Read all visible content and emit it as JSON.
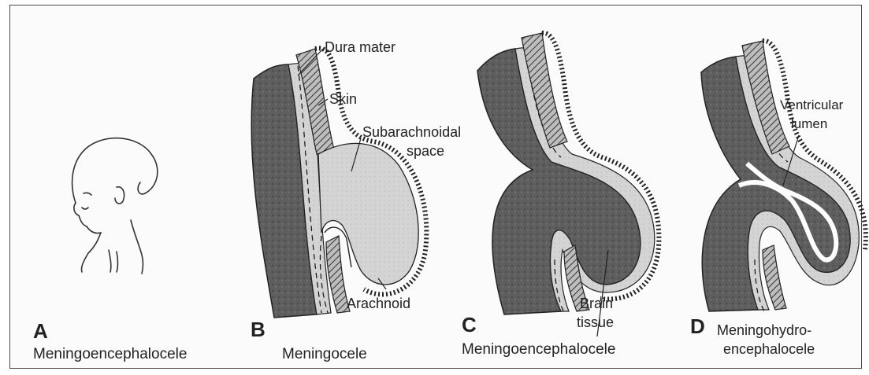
{
  "panels": [
    {
      "letter": "A",
      "caption": "Meningoencephalocele"
    },
    {
      "letter": "B",
      "caption": "Meningocele"
    },
    {
      "letter": "C",
      "caption": "Meningoencephalocele"
    },
    {
      "letter": "D",
      "caption_line1": "Meningohydro-",
      "caption_line2": "encephalocele"
    }
  ],
  "labels": {
    "dura_mater": "Dura mater",
    "skin": "Skin",
    "subarachnoid_line1": "Subarachnoidal",
    "subarachnoid_line2": "space",
    "arachnoid": "Arachnoid",
    "brain_line1": "Brain",
    "brain_line2": "tissue",
    "ventricular_line1": "Ventricular",
    "ventricular_line2": "lumen"
  }
}
